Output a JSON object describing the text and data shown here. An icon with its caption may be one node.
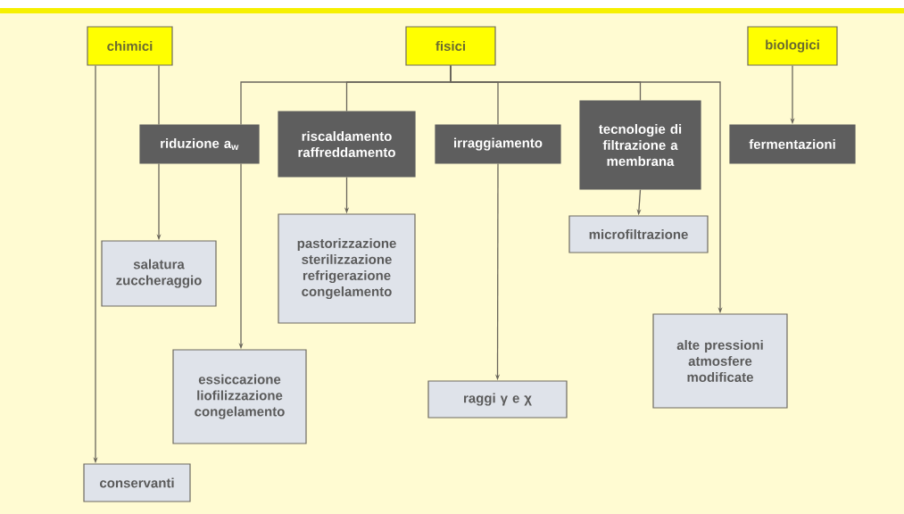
{
  "diagram": {
    "nodes": [
      {
        "text": [
          "chimici"
        ]
      },
      {
        "text": [
          "fisici"
        ]
      },
      {
        "text": [
          "biologici"
        ]
      },
      {
        "text": [
          "riduzione a$_{w}$"
        ]
      },
      {
        "text": [
          "riscaldamento raffreddamento"
        ]
      },
      {
        "text": [
          "irraggiamento"
        ]
      },
      {
        "text": [
          "tecnologie di filtrazione a membrana"
        ]
      },
      {
        "text": [
          "fermentazioni"
        ]
      },
      {
        "text": [
          "salatura zuccheraggio"
        ]
      },
      {
        "text": [
          "pastorizzazione sterilizzazione refrigerazione congelamento"
        ]
      },
      {
        "text": [
          "microfiltrazione"
        ]
      },
      {
        "text": [
          "essiccazione liofilizzazione congelamento"
        ]
      },
      {
        "text": [
          "raggi γ e χ"
        ]
      },
      {
        "text": [
          "alte pressioni atmosfere modificate"
        ]
      },
      {
        "text": [
          "conservanti"
        ]
      }
    ],
    "edges": [
      {
        "from": 0,
        "to": 14,
        "arrow": "to"
      },
      {
        "from": 0,
        "to": 3,
        "arrow": "none"
      },
      {
        "from": 3,
        "to": 8,
        "arrow": "to"
      },
      {
        "from": 1,
        "to": 3,
        "arrow": "none"
      },
      {
        "from": 3,
        "to": 11,
        "arrow": "to"
      },
      {
        "from": 1,
        "to": 4,
        "arrow": "none"
      },
      {
        "from": 4,
        "to": 9,
        "arrow": "to"
      },
      {
        "from": 1,
        "to": 5,
        "arrow": "none"
      },
      {
        "from": 5,
        "to": 12,
        "arrow": "to"
      },
      {
        "from": 1,
        "to": 6,
        "arrow": "none"
      },
      {
        "from": 6,
        "to": 10,
        "arrow": "to"
      },
      {
        "from": 1,
        "to": 13,
        "arrow": "to"
      },
      {
        "from": 2,
        "to": 7,
        "arrow": "to"
      }
    ]
  }
}
